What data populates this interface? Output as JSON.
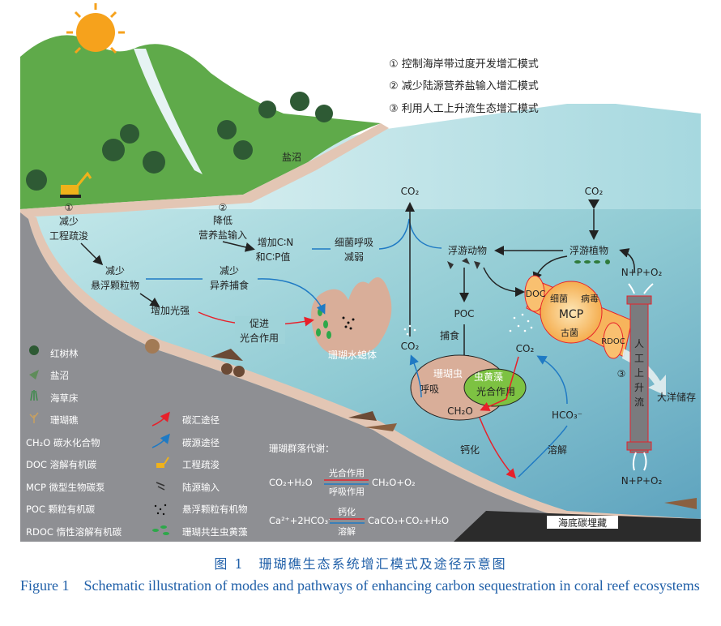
{
  "legend_modes": [
    "① 控制海岸带过度开发增汇模式",
    "② 减少陆源营养盐输入增汇模式",
    "③ 利用人工上升流生态增汇模式"
  ],
  "land": {
    "salt_marsh": "盐沼"
  },
  "path1": {
    "num": "①",
    "l1": "减少",
    "l2": "工程疏浚",
    "sp1": "减少",
    "sp2": "悬浮颗粒物",
    "light": "增加光强",
    "promo1": "促进",
    "promo2": "光合作用"
  },
  "path2": {
    "num": "②",
    "l1": "降低",
    "l2": "营养盐输入",
    "cn1": "增加C∶N",
    "cn2": "和C∶P值",
    "br1": "细菌呼吸",
    "br2": "减弱",
    "hp1": "减少",
    "hp2": "异养捕食"
  },
  "center": {
    "co2_top_left": "CO₂",
    "co2_top_right": "CO₂",
    "zooplankton": "浮游动物",
    "phytoplankton": "浮游植物",
    "poc": "POC",
    "predation": "捕食",
    "co2_left": "CO₂",
    "co2_mid": "CO₂",
    "polyp_body": "珊瑚水螅体",
    "polyp": "珊瑚虫",
    "respiration": "呼吸",
    "ch2o": "CH₂O",
    "zoox": "虫黄藻",
    "photosynthesis": "光合作用",
    "hco3": "HCO₃⁻",
    "calcification": "钙化",
    "dissolution": "溶解",
    "burial": "海底碳埋藏"
  },
  "mcp": {
    "doc": "DOC",
    "bacteria": "细菌",
    "virus": "病毒",
    "mcp": "MCP",
    "archaea": "古菌",
    "rdoc": "RDOC"
  },
  "upwelling": {
    "num": "③",
    "label": [
      "人",
      "工",
      "上",
      "升",
      "流"
    ],
    "nutrients_top": "N+P+O₂",
    "nutrients_bottom": "N+P+O₂",
    "ocean_storage": "大洋储存"
  },
  "legend_left": [
    "红树林",
    "盐沼",
    "海草床",
    "珊瑚礁",
    "CH₂O 碳水化合物",
    "DOC 溶解有机碳",
    "MCP 微型生物碳泵",
    "POC 颗粒有机碳",
    "RDOC 惰性溶解有机碳"
  ],
  "legend_mid": [
    "碳汇途径",
    "碳源途径",
    "工程疏浚",
    "陆源输入",
    "悬浮颗粒有机物",
    "珊瑚共生虫黄藻"
  ],
  "metabolism": {
    "title": "珊瑚群落代谢：",
    "eq1_left": "CO₂+H₂O",
    "eq1_top": "光合作用",
    "eq1_bottom": "呼吸作用",
    "eq1_right": "CH₂O+O₂",
    "eq2_left": "Ca²⁺+2HCO₃⁻",
    "eq2_top": "钙化",
    "eq2_bottom": "溶解",
    "eq2_right": "CaCO₃+CO₂+H₂O"
  },
  "colors": {
    "sink": "#e8202a",
    "source": "#1f7ac4",
    "seabed": "#8e8f93",
    "water": "#9fd3d9",
    "land": "#5faa4a",
    "caption": "#1f5fa8"
  },
  "caption": {
    "cn": "图 1　珊瑚礁生态系统增汇模式及途径示意图",
    "en": "Figure 1　Schematic illustration of modes and pathways of enhancing carbon sequestration in coral reef ecosystems"
  }
}
